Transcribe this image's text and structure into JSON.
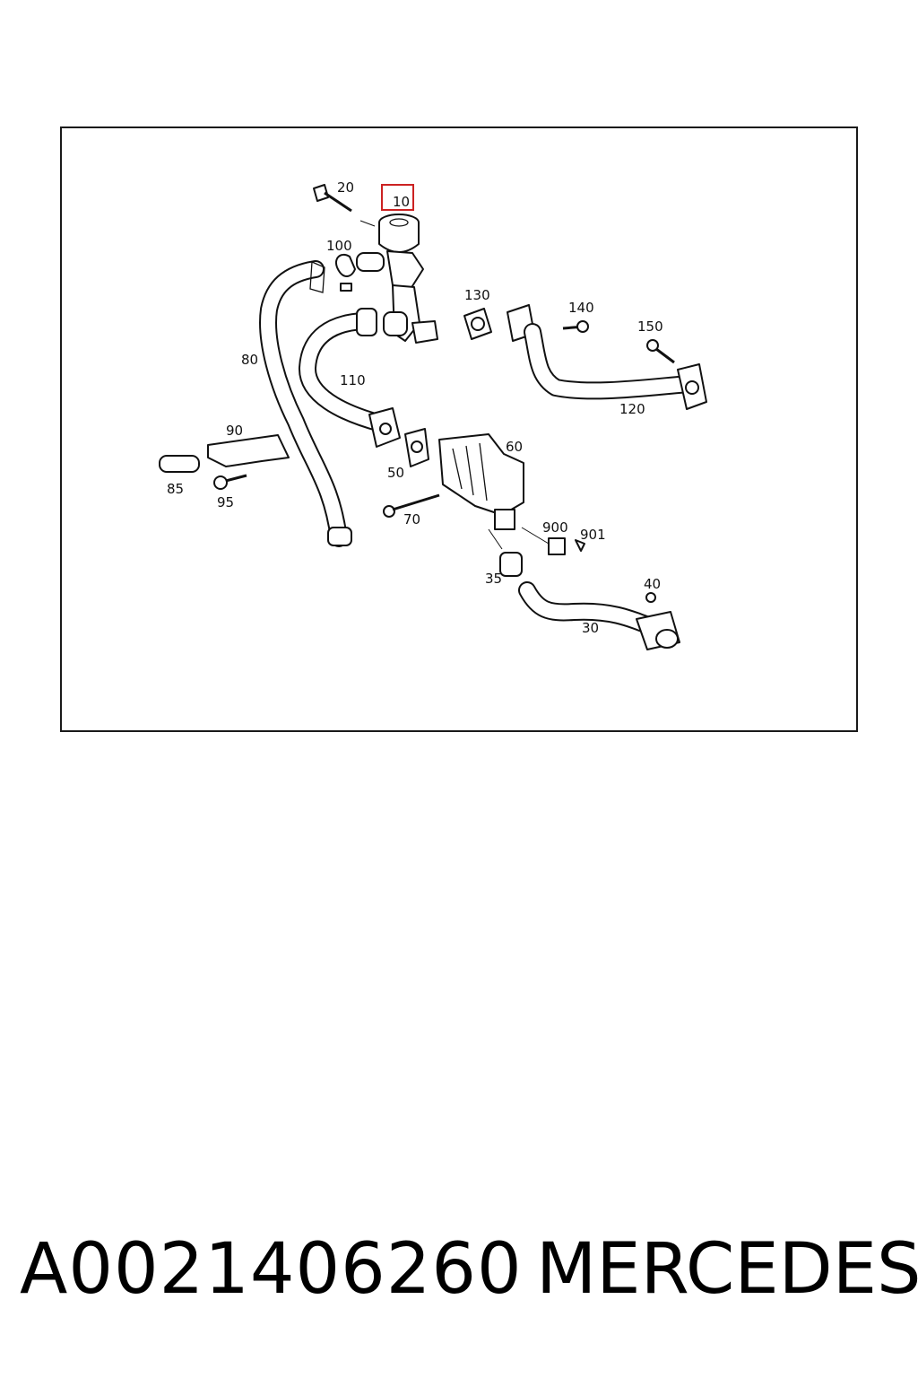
{
  "diagram": {
    "highlighted_part": "10",
    "labels": {
      "p10": "10",
      "p20": "20",
      "p100": "100",
      "p130": "130",
      "p140": "140",
      "p150": "150",
      "p80": "80",
      "p110": "110",
      "p120": "120",
      "p90": "90",
      "p85": "85",
      "p95": "95",
      "p50": "50",
      "p60": "60",
      "p70": "70",
      "p900": "900",
      "p901": "901",
      "p35": "35",
      "p40": "40",
      "p30": "30"
    },
    "highlight_color": "#cc2222"
  },
  "footer": {
    "part_number": "A0021406260",
    "brand": "MERCEDES"
  }
}
